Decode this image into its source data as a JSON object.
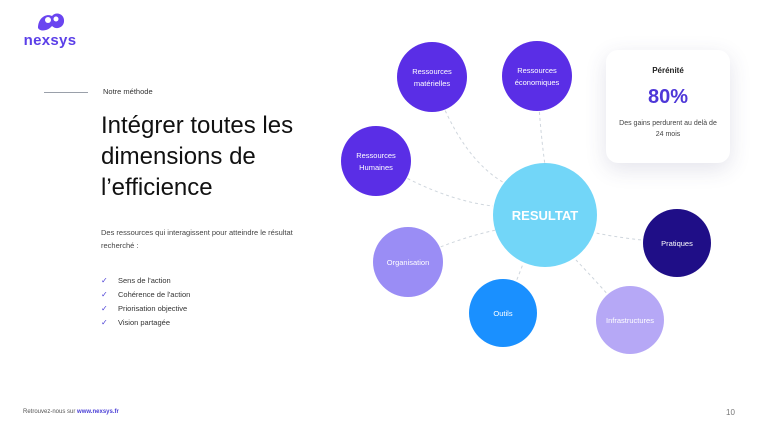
{
  "brand": {
    "name": "nexsys"
  },
  "slide": {
    "kicker": "Notre méthode",
    "title": "Intégrer toutes les dimensions de l’efficience",
    "description": "Des ressources qui interagissent pour atteindre le résultat recherché :",
    "bullets": [
      "Sens de l'action",
      "Cohérence de l'action",
      "Priorisation objective",
      "Vision partagée"
    ]
  },
  "diagram": {
    "center": {
      "label": "RESULTAT",
      "color": "#72d6f8"
    },
    "nodes": [
      {
        "id": "materielles",
        "lines": [
          "Ressources",
          "matérielles"
        ],
        "color": "#5a2ee6"
      },
      {
        "id": "economiques",
        "lines": [
          "Ressources",
          "économiques"
        ],
        "color": "#5a2ee6"
      },
      {
        "id": "humaines",
        "lines": [
          "Ressources",
          "Humaines"
        ],
        "color": "#5a2ee6"
      },
      {
        "id": "organisation",
        "lines": [
          "Organisation"
        ],
        "color": "#9a8df5"
      },
      {
        "id": "outils",
        "lines": [
          "Outils"
        ],
        "color": "#1a90ff"
      },
      {
        "id": "infrastructures",
        "lines": [
          "Infrastructures"
        ],
        "color": "#b6a8f6"
      },
      {
        "id": "pratiques",
        "lines": [
          "Pratiques"
        ],
        "color": "#1f0e87"
      }
    ]
  },
  "card": {
    "title": "Pérénité",
    "value": "80%",
    "subtitle": "Des gains perdurent au delà de 24 mois"
  },
  "footer": {
    "prefix": "Retrouvez-nous sur",
    "link": "www.nexsys.fr",
    "page": "10"
  }
}
